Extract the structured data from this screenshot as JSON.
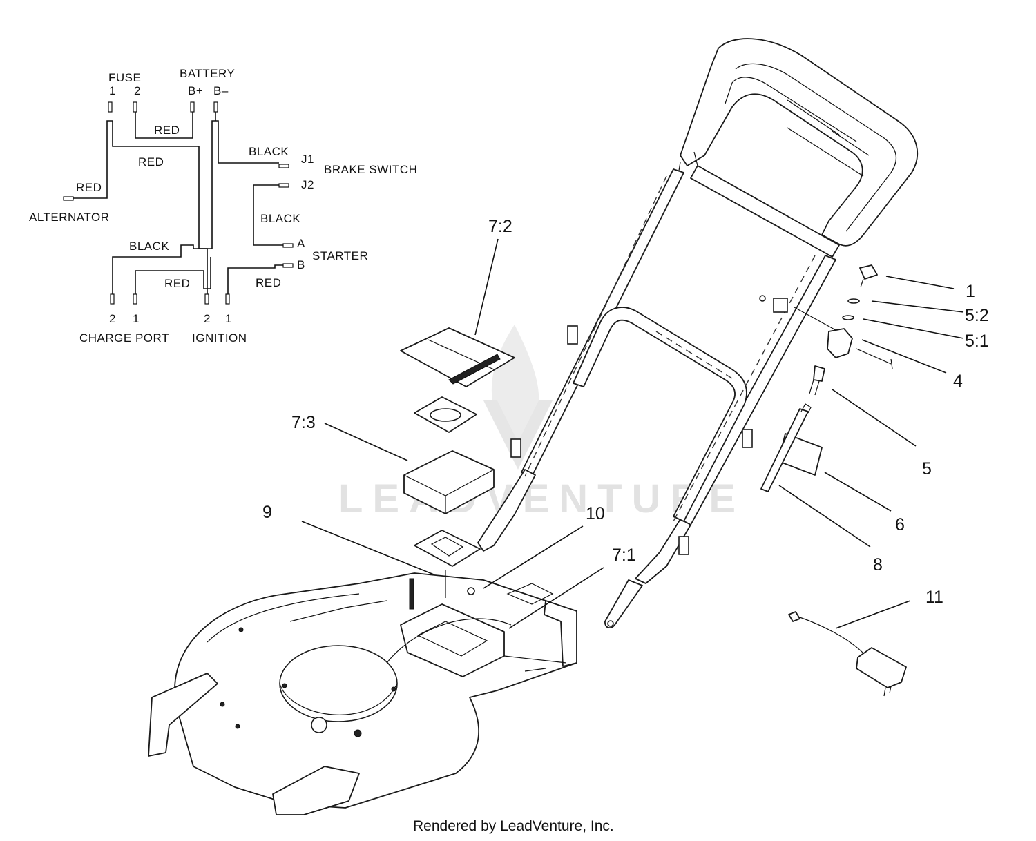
{
  "wiring": {
    "fuse": "FUSE",
    "fuse_pin1": "1",
    "fuse_pin2": "2",
    "battery": "BATTERY",
    "battery_pos": "B+",
    "battery_neg": "B–",
    "wire_red_a": "RED",
    "wire_red_b": "RED",
    "wire_red_c": "RED",
    "wire_red_d": "RED",
    "wire_red_e": "RED",
    "wire_black_a": "BLACK",
    "wire_black_b": "BLACK",
    "wire_black_c": "BLACK",
    "alternator": "ALTERNATOR",
    "j1": "J1",
    "j2": "J2",
    "brake_switch": "BRAKE SWITCH",
    "term_a": "A",
    "term_b": "B",
    "starter": "STARTER",
    "charge_pin2": "2",
    "charge_pin1": "1",
    "charge_port": "CHARGE PORT",
    "ign_pin2": "2",
    "ign_pin1": "1",
    "ignition": "IGNITION"
  },
  "callouts": [
    "1",
    "5:2",
    "5:1",
    "4",
    "5",
    "6",
    "8",
    "11",
    "7:2",
    "7:3",
    "9",
    "10",
    "7:1"
  ],
  "watermark": "LEADVENTURE",
  "footer": "Rendered by LeadVenture, Inc."
}
